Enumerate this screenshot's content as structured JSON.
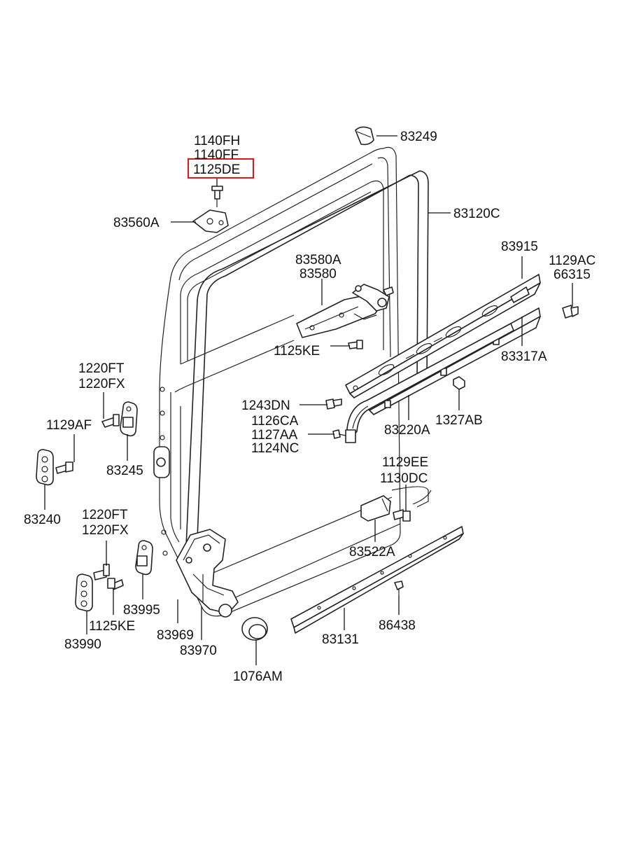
{
  "highlight_color": "#e01818",
  "line_color": "#111111",
  "labels": {
    "p_1140FH": "1140FH",
    "p_1140FF": "1140FF",
    "p_1125DE": "1125DE",
    "p_83249": "83249",
    "p_83120C": "83120C",
    "p_83560A": "83560A",
    "p_83580A": "83580A",
    "p_83580": "83580",
    "p_83915": "83915",
    "p_1129AC": "1129AC",
    "p_66315": "66315",
    "p_1125KE_top": "1125KE",
    "p_83317A": "83317A",
    "p_1220FT_a": "1220FT",
    "p_1220FX_a": "1220FX",
    "p_1129AF": "1129AF",
    "p_83245": "83245",
    "p_83240": "83240",
    "p_1243DN": "1243DN",
    "p_1126CA": "1126CA",
    "p_1127AA": "1127AA",
    "p_1124NC": "1124NC",
    "p_1327AB": "1327AB",
    "p_83220A": "83220A",
    "p_1129EE": "1129EE",
    "p_1130DC": "1130DC",
    "p_1220FT_b": "1220FT",
    "p_1220FX_b": "1220FX",
    "p_83522A": "83522A",
    "p_83995": "83995",
    "p_1125KE_bottom": "1125KE",
    "p_83990": "83990",
    "p_83969": "83969",
    "p_83970": "83970",
    "p_83131": "83131",
    "p_86438": "86438",
    "p_1076AM": "1076AM"
  }
}
